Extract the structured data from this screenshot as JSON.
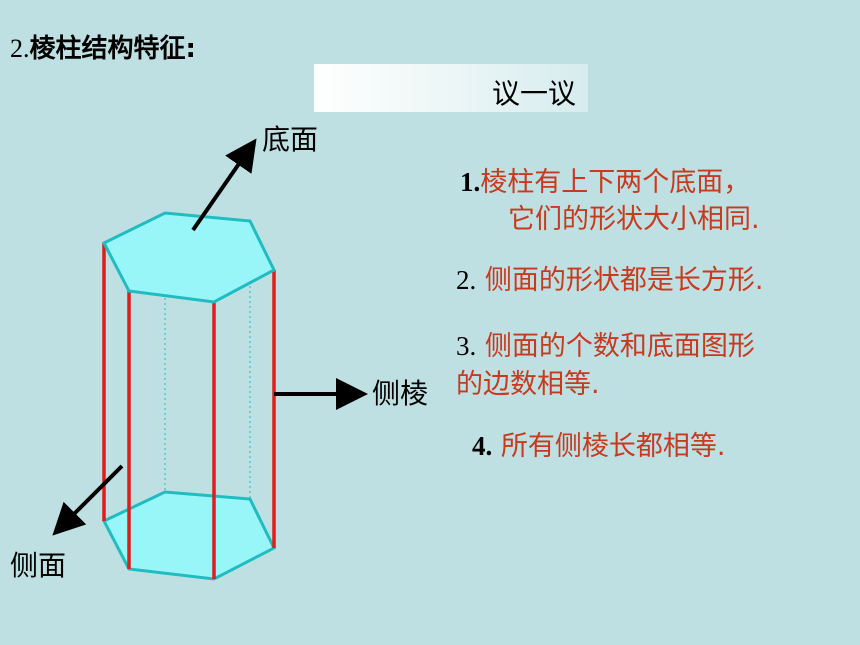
{
  "title": {
    "number": "2.",
    "text": "棱柱结构特征:"
  },
  "discuss_box": {
    "label": "议一议"
  },
  "figure_labels": {
    "base": "底面",
    "lateral_edge": "侧棱",
    "lateral_face": "侧面"
  },
  "statements": {
    "s1_num": "1.",
    "s1_line1": "棱柱有上下两个底面，",
    "s1_line2": "它们的形状大小相同.",
    "s2_num": "2.",
    "s2_text": " 侧面的形状都是长方形.",
    "s3_num": "3.",
    "s3_line1": " 侧面的个数和底面图形",
    "s3_line2": "的边数相等.",
    "s4_num": "4.",
    "s4_text": " 所有侧棱长都相等."
  },
  "colors": {
    "background": "#bfe0e2",
    "face_fill": "#99f6f8",
    "face_stroke": "#1fbcc2",
    "edge": "#e01d1d",
    "highlight_text": "#c8391e"
  }
}
